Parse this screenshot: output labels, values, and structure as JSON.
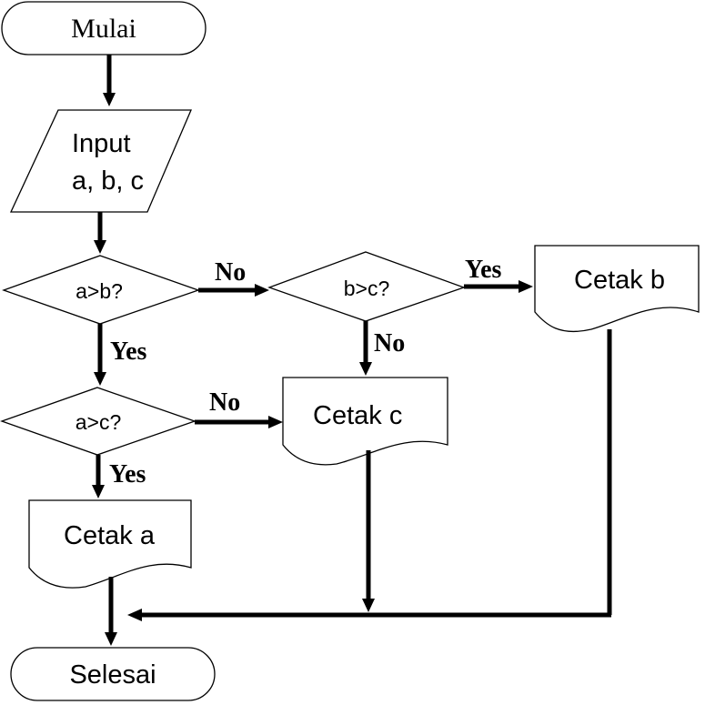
{
  "nodes": {
    "start": {
      "label": "Mulai"
    },
    "input": {
      "label_line1": "Input",
      "label_line2": "a, b, c"
    },
    "decision_ab": {
      "label": "a>b?"
    },
    "decision_bc": {
      "label": "b>c?"
    },
    "decision_ac": {
      "label": "a>c?"
    },
    "print_a": {
      "label": "Cetak a"
    },
    "print_b": {
      "label": "Cetak b"
    },
    "print_c": {
      "label": "Cetak c"
    },
    "end": {
      "label": "Selesai"
    }
  },
  "edges": {
    "ab_no": {
      "label": "No"
    },
    "ab_yes": {
      "label": "Yes"
    },
    "bc_yes": {
      "label": "Yes"
    },
    "bc_no": {
      "label": "No"
    },
    "ac_no": {
      "label": "No"
    },
    "ac_yes": {
      "label": "Yes"
    }
  }
}
